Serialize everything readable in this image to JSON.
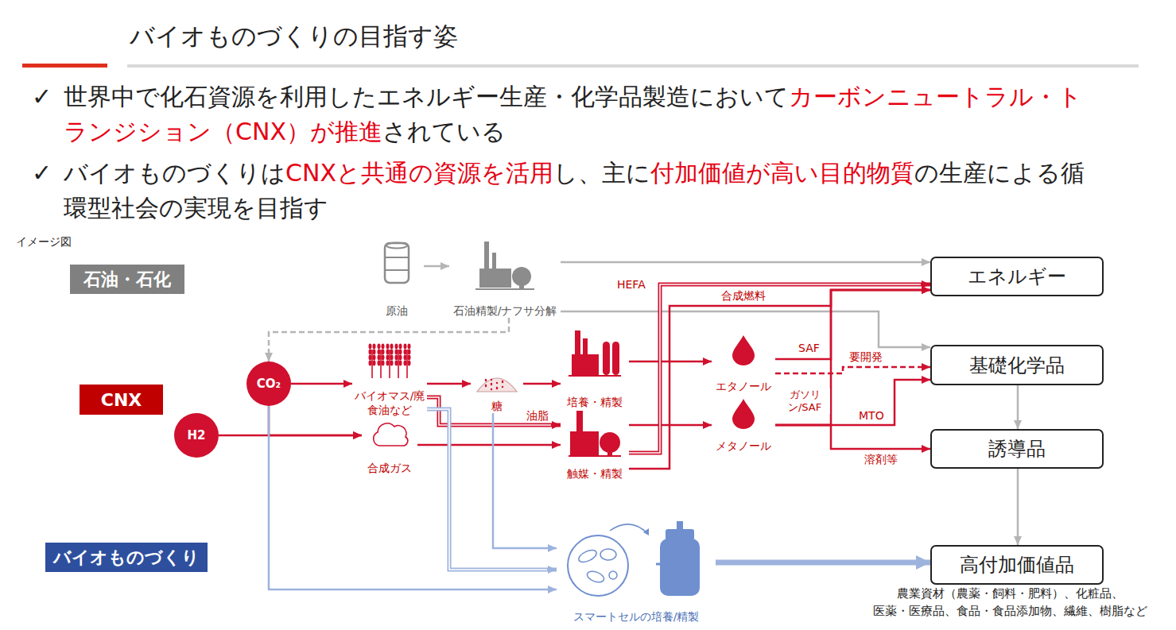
{
  "diagram": {
    "title": "バイオものづくりの目指す姿",
    "nodes": [
      {
        "text": [
          "石油・石化"
        ]
      },
      {
        "text": [
          "CNX"
        ]
      },
      {
        "text": [
          "バイオものづくり"
        ]
      },
      {
        "text": [
          "原油"
        ]
      },
      {
        "text": [
          "石油精製/ナフサ分解"
        ]
      },
      {
        "text": [
          "CO₂"
        ]
      },
      {
        "text": [
          "H2"
        ]
      },
      {
        "text": [
          "バイオマス/廃食油など"
        ]
      },
      {
        "text": [
          "合成ガス"
        ]
      },
      {
        "text": [
          "糖"
        ]
      },
      {
        "text": [
          "培養・精製"
        ]
      },
      {
        "text": [
          "触媒・精製"
        ]
      },
      {
        "text": [
          "エタノール"
        ]
      },
      {
        "text": [
          "メタノール"
        ]
      },
      {
        "text": [
          "スマートセルの培養/精製"
        ]
      },
      {
        "text": [
          "エネルギー"
        ]
      },
      {
        "text": [
          "基礎化学品"
        ]
      },
      {
        "text": [
          "誘導品"
        ]
      },
      {
        "text": [
          "高付加価値品"
        ]
      }
    ],
    "edges": [
      {
        "from": 3,
        "to": 4,
        "arrow": "to"
      },
      {
        "from": 4,
        "to": 15,
        "arrow": "to"
      },
      {
        "from": 4,
        "to": 16,
        "arrow": "to"
      },
      {
        "from": 4,
        "to": 5,
        "arrow": "to"
      },
      {
        "from": 5,
        "to": 7,
        "arrow": "to"
      },
      {
        "from": 6,
        "to": 8,
        "arrow": "to"
      },
      {
        "from": 5,
        "to": 8,
        "arrow": "to"
      },
      {
        "from": 7,
        "to": 9,
        "arrow": "to"
      },
      {
        "from": 7,
        "to": 11,
        "label": "油脂",
        "arrow": "to"
      },
      {
        "from": 8,
        "to": 11,
        "arrow": "to"
      },
      {
        "from": 9,
        "to": 10,
        "arrow": "to"
      },
      {
        "from": 10,
        "to": 12,
        "arrow": "to"
      },
      {
        "from": 11,
        "to": 13,
        "arrow": "to"
      },
      {
        "from": 11,
        "to": 15,
        "label": "HEFA",
        "arrow": "to"
      },
      {
        "from": 11,
        "to": 15,
        "label": "合成燃料",
        "arrow": "to"
      },
      {
        "from": 12,
        "to": 15,
        "label": "SAF",
        "arrow": "to"
      },
      {
        "from": 12,
        "to": 16,
        "label": "要開発",
        "arrow": "to"
      },
      {
        "from": 13,
        "to": 15,
        "label": "ガソリン/SAF",
        "arrow": "to"
      },
      {
        "from": 13,
        "to": 16,
        "label": "MTO",
        "arrow": "to"
      },
      {
        "from": 13,
        "to": 17,
        "label": "溶剤等",
        "arrow": "to"
      },
      {
        "from": 16,
        "to": 17,
        "arrow": "to"
      },
      {
        "from": 17,
        "to": 18,
        "arrow": "to"
      },
      {
        "from": 5,
        "to": 14,
        "arrow": "to"
      },
      {
        "from": 9,
        "to": 14,
        "arrow": "to"
      },
      {
        "from": 7,
        "to": 14,
        "arrow": "to"
      },
      {
        "from": 14,
        "to": 18,
        "arrow": "to"
      }
    ],
    "labels": [
      "✓",
      "世界中で化石資源を利用したエネルギー生産・化学品製造において",
      "カーボンニュートラル・トランジション（CNX）が推進",
      "されている",
      "✓",
      "バイオものづくりは",
      "CNXと共通の資源を活用",
      "し、主に",
      "付加価値が高い目的物質",
      "の生産による循環型社会の実現を目指す",
      "イメージ図",
      "農業資材（農薬・飼料・肥料）、化粧品、",
      "医薬・医療品、食品・食品添加物、繊維、樹脂など"
    ]
  }
}
